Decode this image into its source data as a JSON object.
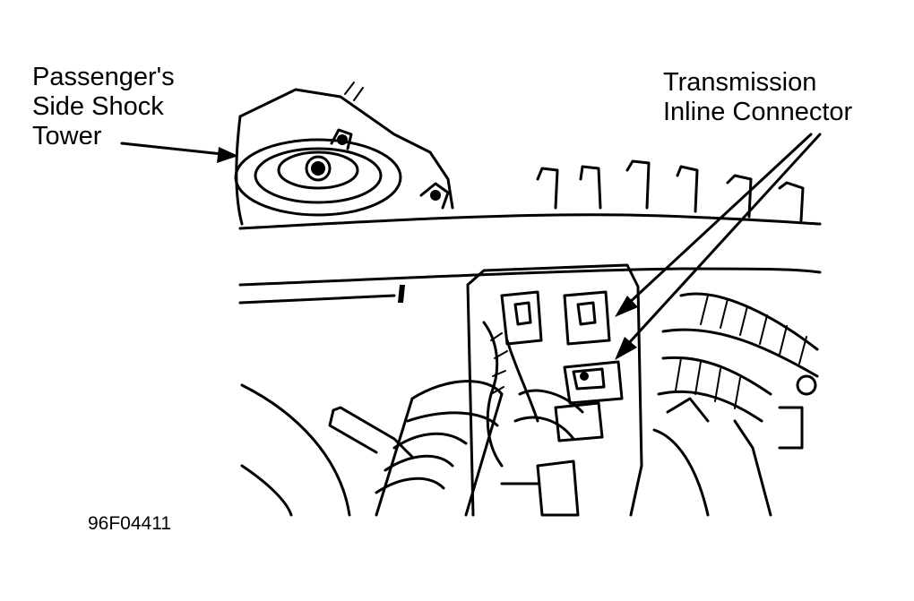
{
  "labels": {
    "shock_tower": [
      "Passenger's",
      "Side Shock",
      "Tower"
    ],
    "inline_connector": [
      "Transmission",
      "Inline Connector"
    ]
  },
  "figure_id": "96F04411",
  "colors": {
    "ink": "#000000",
    "paper": "#ffffff"
  }
}
